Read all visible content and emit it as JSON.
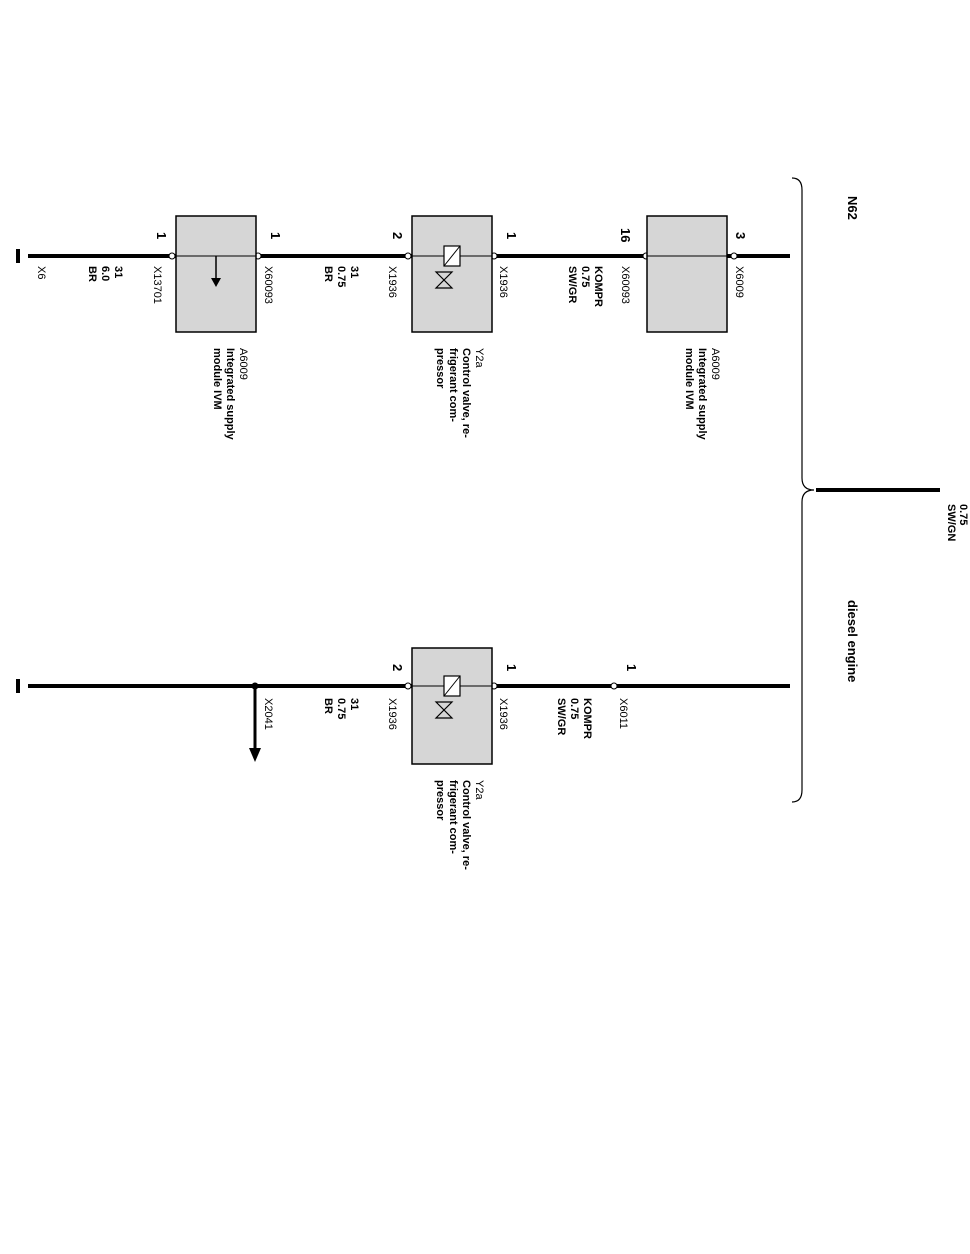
{
  "header": {
    "variant_a": "N62",
    "variant_b": "diesel engine",
    "supply_size": "0.75",
    "supply_color": "SW/GN"
  },
  "n62": {
    "conn_x6009": "X6009",
    "pin_x6009": "3",
    "module_top": {
      "ref": "A6009",
      "name1": "Integrated supply",
      "name2": "module IVM"
    },
    "pin_x60093_top": "16",
    "conn_x60093_top": "X60093",
    "wire_kompr": {
      "signal": "KOMPR",
      "size": "0.75",
      "color": "SW/GR"
    },
    "valve": {
      "pin1": "1",
      "pin2": "2",
      "conn": "X1936",
      "ref": "Y2a",
      "name1": "Control valve, re-",
      "name2": "frigerant com-",
      "name3": "pressor"
    },
    "wire_br": {
      "signal": "31",
      "size": "0.75",
      "color": "BR"
    },
    "pin_x60093_bottom": "1",
    "conn_x60093_bottom": "X60093",
    "module_bottom": {
      "ref": "A6009",
      "name1": "Integrated supply",
      "name2": "module IVM"
    },
    "pin_x13701": "1",
    "conn_x13701": "X13701",
    "wire_ground": {
      "signal": "31",
      "size": "6.0",
      "color": "BR"
    },
    "ground": "X6"
  },
  "diesel": {
    "pin_x6011": "1",
    "conn_x6011": "X6011",
    "wire_kompr": {
      "signal": "KOMPR",
      "size": "0.75",
      "color": "SW/GR"
    },
    "valve": {
      "pin1": "1",
      "pin2": "2",
      "conn": "X1936",
      "ref": "Y2a",
      "name1": "Control valve, re-",
      "name2": "frigerant com-",
      "name3": "pressor"
    },
    "wire_br": {
      "signal": "31",
      "size": "0.75",
      "color": "BR"
    },
    "splice": "X2041"
  },
  "colors": {
    "box_fill": "#d6d6d6",
    "line": "#000000",
    "background": "#ffffff"
  }
}
